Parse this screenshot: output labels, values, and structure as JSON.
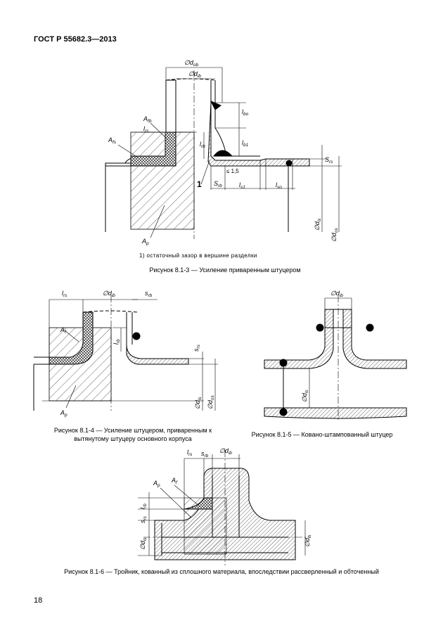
{
  "header": "ГОСТ Р 55682.3—2013",
  "page_number": "18",
  "figures": {
    "f3": {
      "caption": "Рисунок 8.1-3 — Усиление приваренным штуцером",
      "footnote": "1) остаточный зазор в вершине разделки",
      "callout": "1",
      "dim_15": "≤ 1,5",
      "labels": {
        "d_ob": [
          "∅d",
          "ob"
        ],
        "d_ib": [
          "∅d",
          "ib"
        ],
        "A_fb": [
          "A",
          "fb"
        ],
        "A_fs": [
          "A",
          "fs"
        ],
        "l_rs": [
          "l",
          "rs"
        ],
        "l_rb": [
          "l",
          "rb"
        ],
        "l_bo": [
          "l",
          "bo"
        ],
        "l_b1": [
          "l",
          "b1"
        ],
        "S_rs": [
          "S",
          "rs"
        ],
        "S_rb": [
          "S",
          "rb"
        ],
        "l_s1": [
          "l",
          "s1"
        ],
        "l_so": [
          "l",
          "so"
        ],
        "A_p": [
          "A",
          "p"
        ],
        "d_is": [
          "∅d",
          "is"
        ],
        "d_os": [
          "∅d",
          "os"
        ]
      }
    },
    "f4": {
      "caption_line1": "Рисунок 8.1-4 — Усиление штуцером, приваренным к",
      "caption_line2": "вытянутому штуцеру основного корпуса",
      "labels": {
        "l_rs": [
          "l",
          "rs"
        ],
        "d_ib": [
          "∅d",
          "ib"
        ],
        "s_rb": [
          "s",
          "rb"
        ],
        "A_f": [
          "A",
          "f"
        ],
        "l_rb": [
          "l",
          "rb"
        ],
        "s_rs": [
          "s",
          "rs"
        ],
        "A_p": [
          "A",
          "p"
        ],
        "d_is": [
          "∅d",
          "is"
        ],
        "d_os": [
          "∅d",
          "os"
        ]
      }
    },
    "f5": {
      "caption": "Рисунок 8.1-5 — Ковано-штампованный штуцер",
      "labels": {
        "d_ib": [
          "∅d",
          "ib"
        ],
        "d_is": [
          "∅d",
          "is"
        ]
      }
    },
    "f6": {
      "caption": "Рисунок 8.1-6 — Тройник, кованный из сплошного материала, впоследствии рассверленный и обточенный",
      "labels": {
        "l_rs": [
          "l",
          "rs"
        ],
        "s_rb": [
          "s",
          "rb"
        ],
        "d_ib": [
          "∅d",
          "ib"
        ],
        "A_p": [
          "A",
          "p"
        ],
        "A_f": [
          "A",
          "f"
        ],
        "l_rb": [
          "l",
          "rb"
        ],
        "s_rs": [
          "s",
          "rs"
        ],
        "d_is_left": [
          "∅d",
          "is"
        ],
        "d_is_right": [
          "∅d",
          "is"
        ]
      }
    }
  }
}
